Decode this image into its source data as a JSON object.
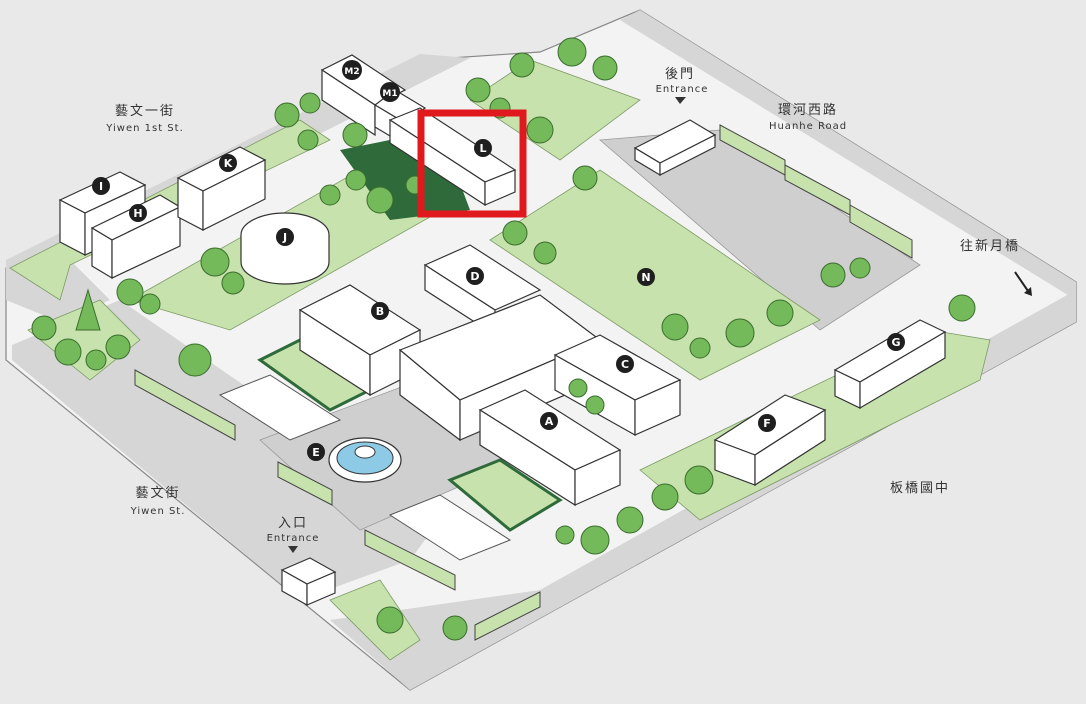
{
  "map": {
    "streets": {
      "yiwen_1st_zh": "藝文一街",
      "yiwen_1st_en": "Yiwen 1st St.",
      "yiwen_zh": "藝文街",
      "yiwen_en": "Yiwen St.",
      "huanhe_zh": "環河西路",
      "huanhe_en": "Huanhe Road",
      "to_xinyue_zh": "往新月橋",
      "banqiao_school_zh": "板橋國中"
    },
    "entrances": {
      "back_zh": "後門",
      "back_en": "Entrance",
      "main_zh": "入口",
      "main_en": "Entrance"
    },
    "buildings": [
      "A",
      "B",
      "C",
      "D",
      "E",
      "F",
      "G",
      "H",
      "I",
      "J",
      "K",
      "L",
      "M1",
      "M2",
      "N"
    ],
    "highlighted_building": "L",
    "colors": {
      "background": "#e9e9e9",
      "lawn": "#c7e2ad",
      "road": "#d3d3d3",
      "building": "#ffffff",
      "outline": "#333333",
      "tree": "#74b95a",
      "highlight": "#e0191f",
      "badge": "#1f1f1f"
    }
  }
}
